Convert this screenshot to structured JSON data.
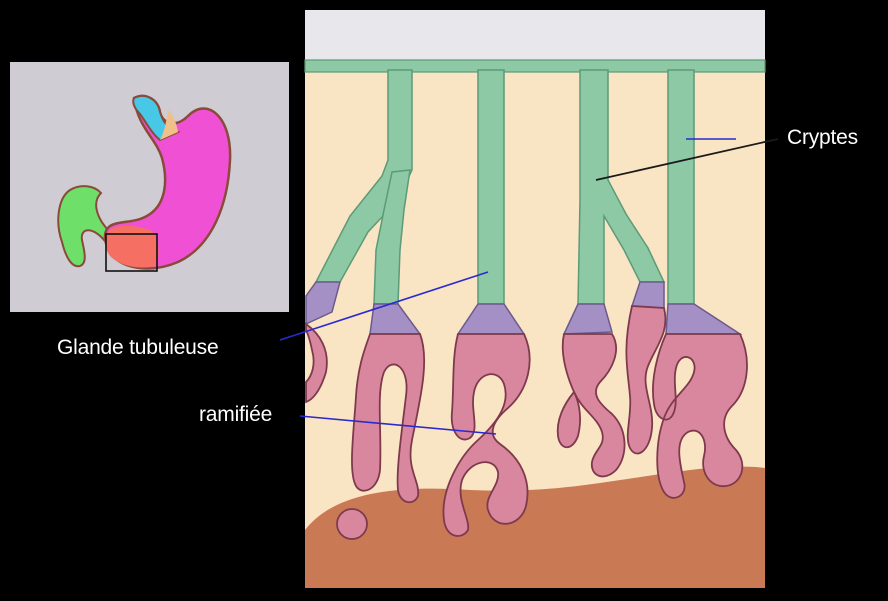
{
  "labels": {
    "cryptes": "Cryptes",
    "glande_line1": "Glande tubuleuse",
    "glande_line2": "ramifiée"
  },
  "colors": {
    "background": "#000000",
    "inset_background": "#cfccd3",
    "lamina_propria": "#f9e4c4",
    "crypt": "#8cc9a4",
    "neck": "#a590c6",
    "gland": "#d9879f",
    "muscularis": "#c97a55",
    "lumen": "#e8e8ec",
    "pointer_line_blue": "#2a2ad0",
    "stomach_pink": "#f051d4",
    "esophagus_cyan": "#47c8e6",
    "duodenum_green": "#6ee06a",
    "antrum_red": "#f57062"
  }
}
